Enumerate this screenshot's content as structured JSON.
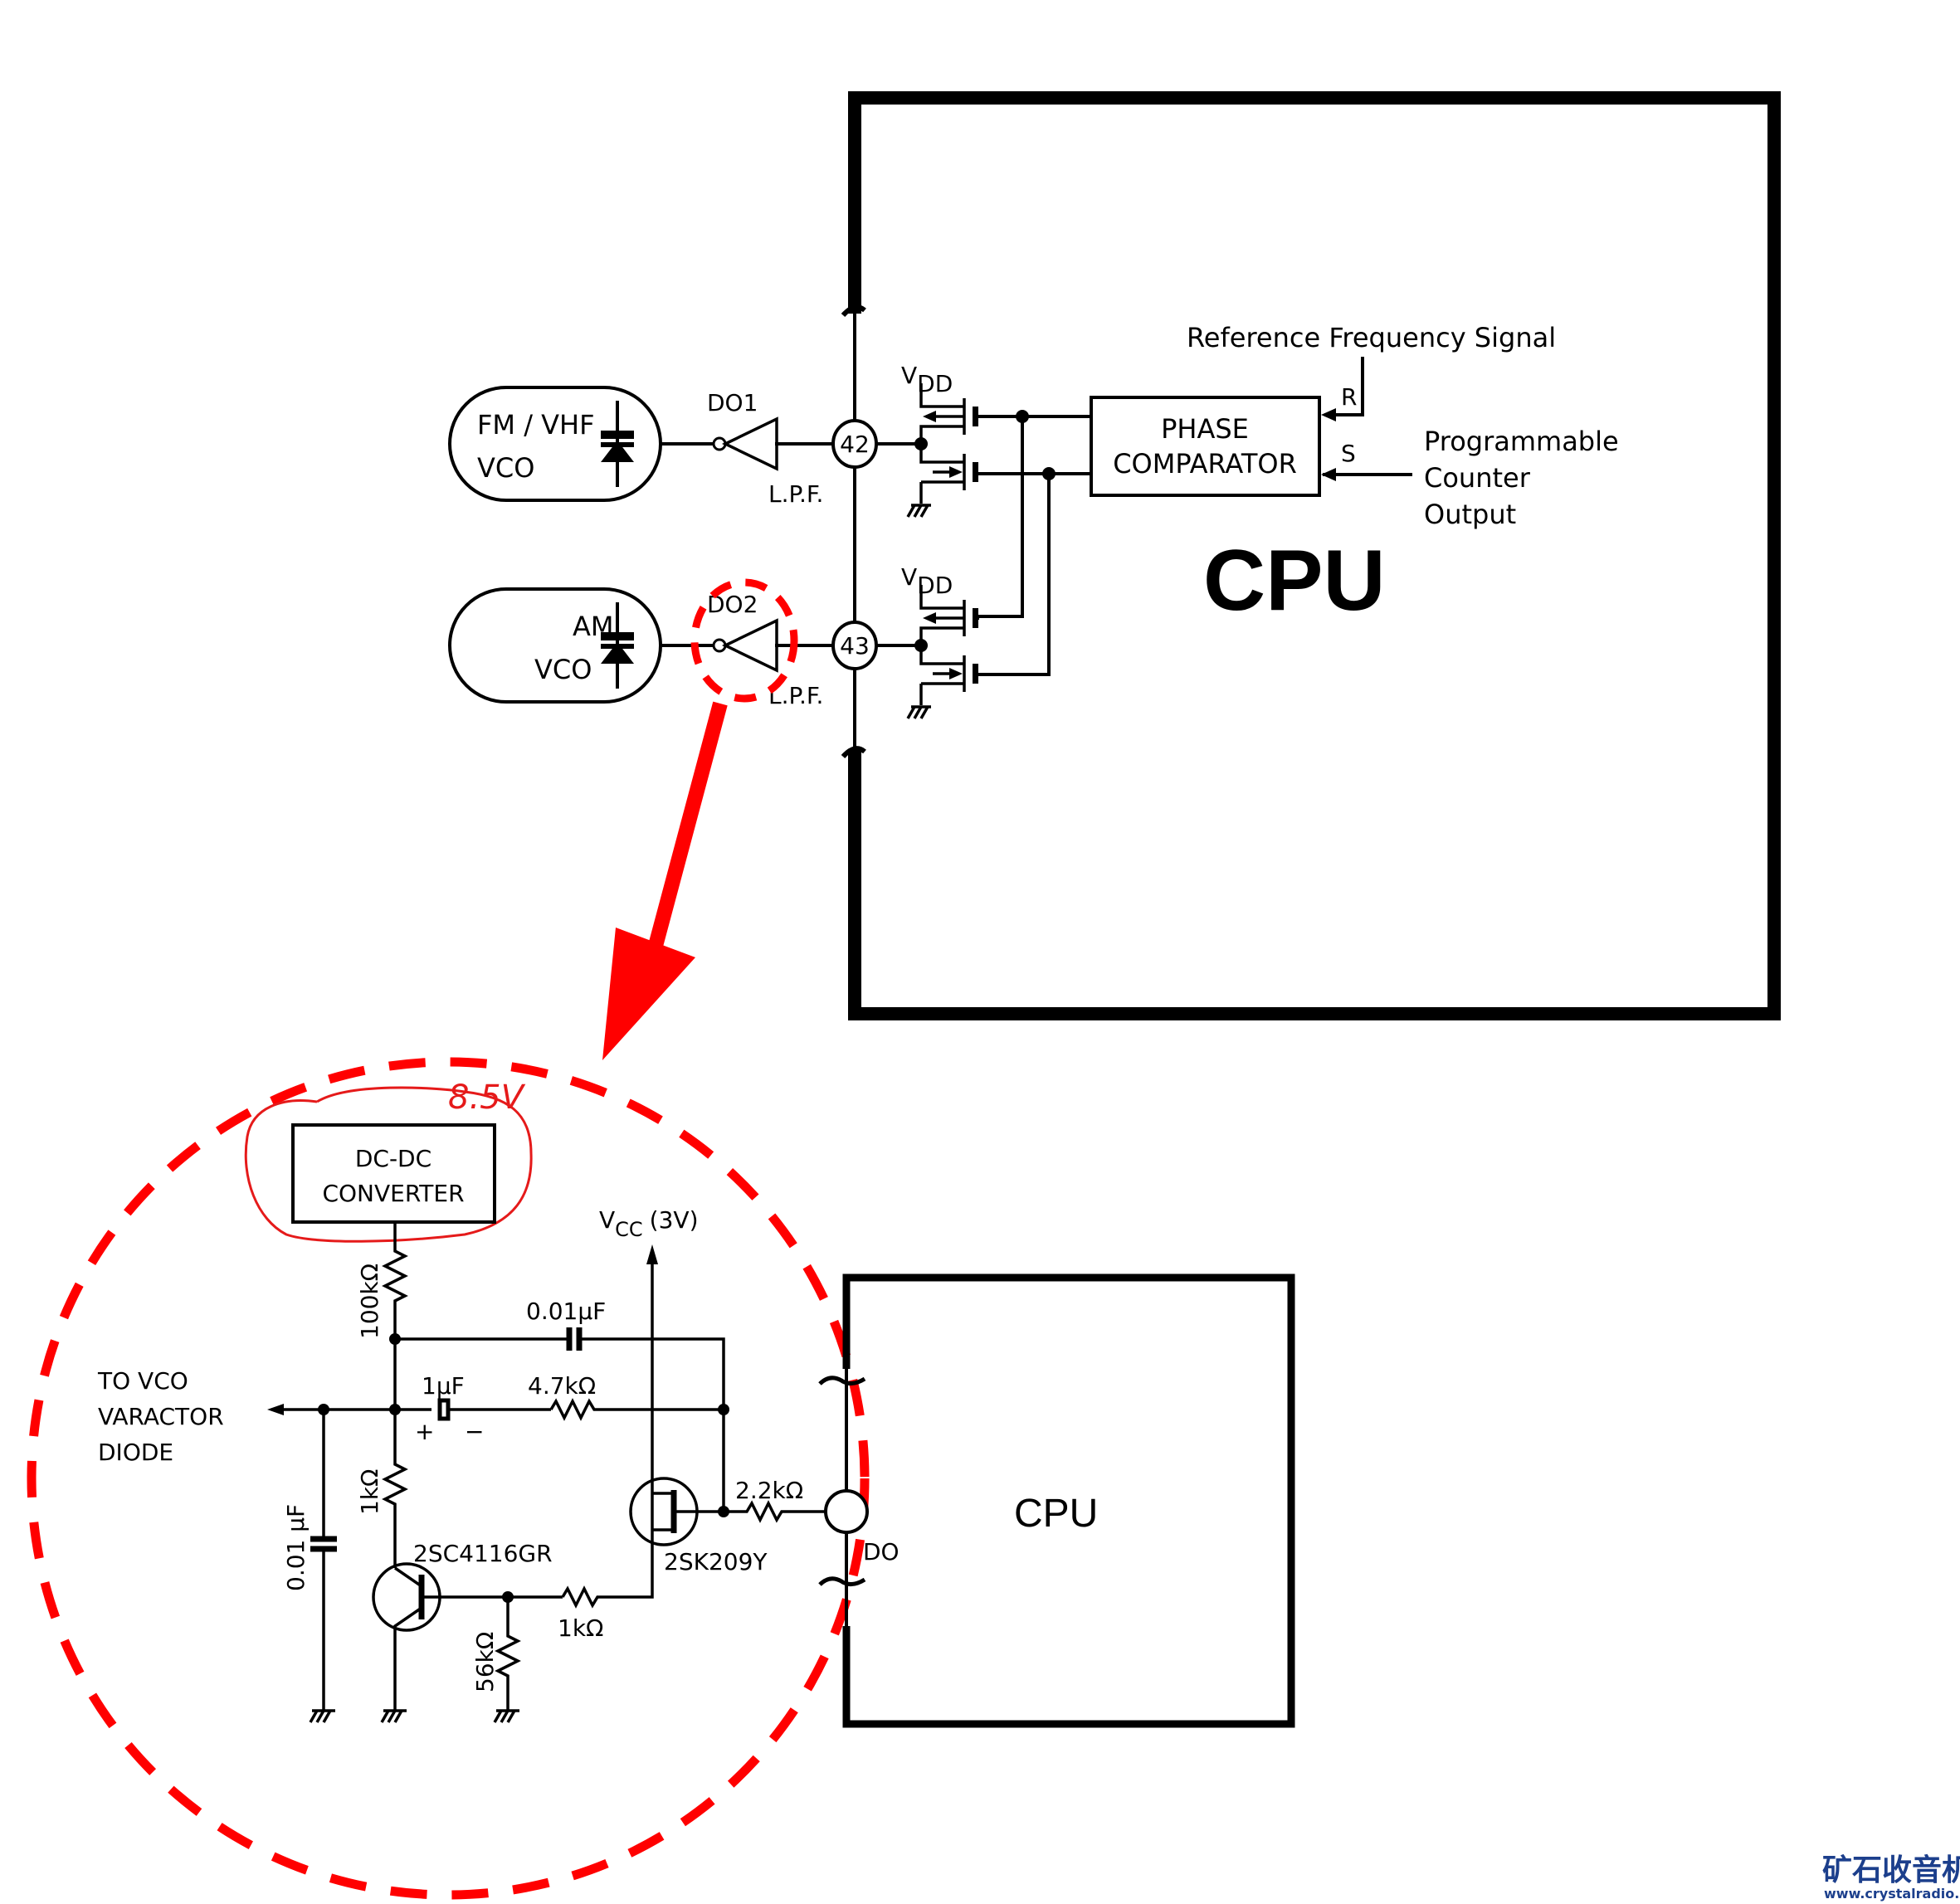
{
  "top_diagram": {
    "cpu_label": "CPU",
    "reference_signal_label": "Reference Frequency Signal",
    "phase_comparator": {
      "line1": "PHASE",
      "line2": "COMPARATOR"
    },
    "input_r_label": "R",
    "input_s_label": "S",
    "programmable_counter": {
      "line1": "Programmable",
      "line2": "Counter",
      "line3": "Output"
    },
    "vdd_label": "V",
    "vdd_sub": "DD",
    "pins": [
      {
        "number": "42",
        "driver": "DO1",
        "filter": "L.P.F.",
        "vco_line1": "FM / VHF",
        "vco_line2": "VCO"
      },
      {
        "number": "43",
        "driver": "DO2",
        "filter": "L.P.F.",
        "vco_line1": "AM",
        "vco_line2": "VCO"
      }
    ]
  },
  "annotation": {
    "highlight_color": "#ff0000",
    "handwritten_voltage": "8.5V"
  },
  "detail_circuit": {
    "dcdc": {
      "line1": "DC-DC",
      "line2": "CONVERTER"
    },
    "vcc_label": "V",
    "vcc_sub": "CC",
    "vcc_value": "(3V)",
    "to_vco": {
      "line1": "TO  VCO",
      "line2": "VARACTOR",
      "line3": "DIODE"
    },
    "components": {
      "r_100k": "100kΩ",
      "c_001_top": "0.01μF",
      "c_1u": "1μF",
      "c_1u_plus": "+",
      "c_1u_minus": "−",
      "r_4k7": "4.7kΩ",
      "r_1k_upper": "1kΩ",
      "c_001_left": "0.01 μF",
      "q1": "2SC4116GR",
      "q2": "2SK209Y",
      "r_2k2": "2.2kΩ",
      "r_1k_lower": "1kΩ",
      "r_56k": "56kΩ"
    },
    "cpu_label": "CPU",
    "pin_label": "DO"
  },
  "watermark": {
    "title": "矿石收音机",
    "url": "www.crystalradio.cn"
  }
}
